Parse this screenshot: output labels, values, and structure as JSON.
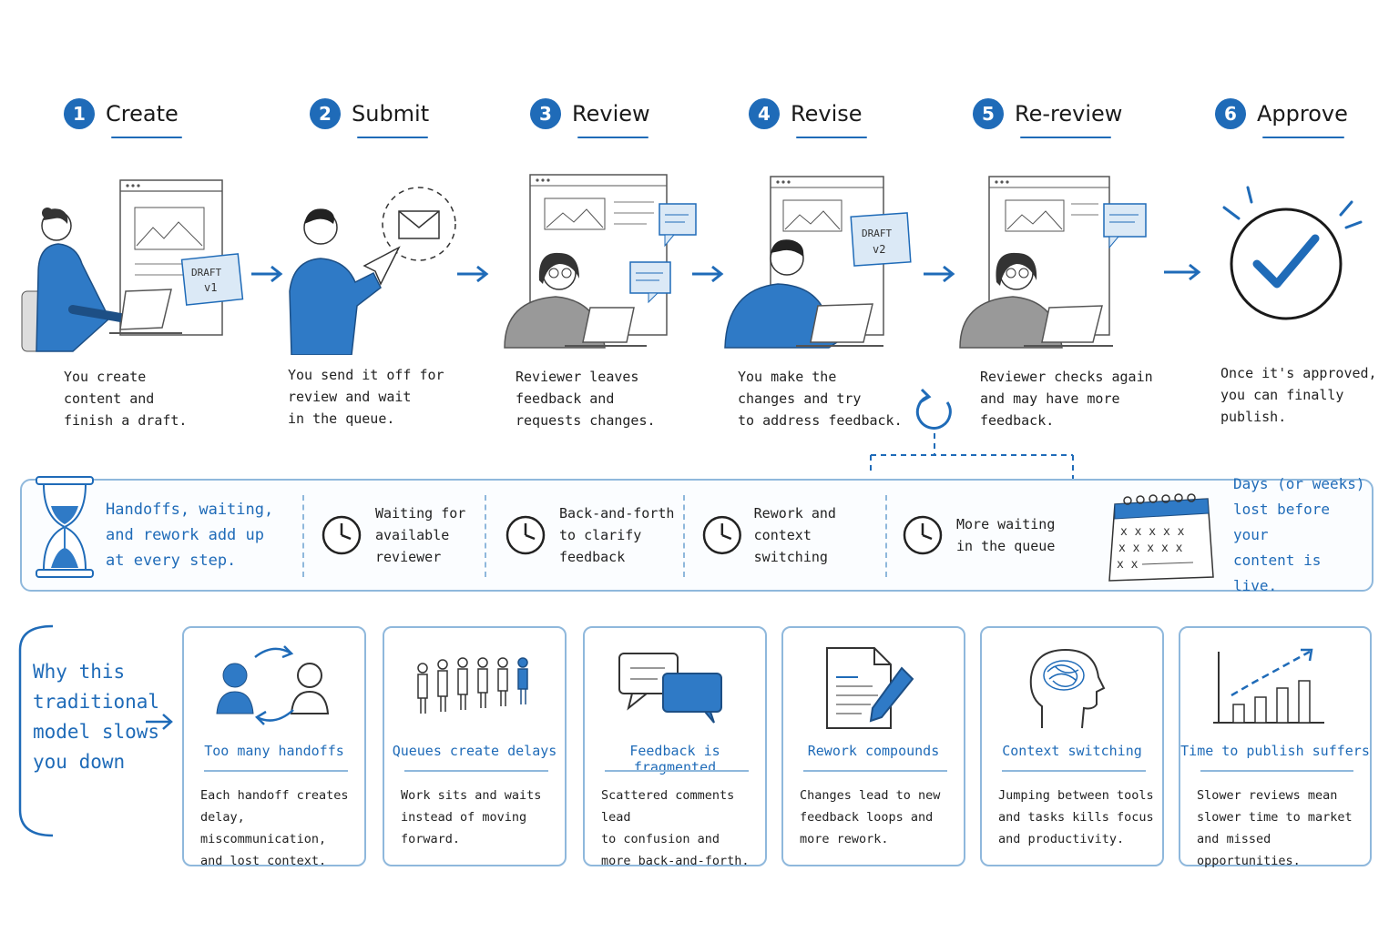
{
  "steps": [
    {
      "num": "1",
      "title": "Create",
      "caption": [
        "You create",
        "content and",
        "finish a draft."
      ]
    },
    {
      "num": "2",
      "title": "Submit",
      "caption": [
        "You send it off for",
        "review and wait",
        "in the queue."
      ]
    },
    {
      "num": "3",
      "title": "Review",
      "caption": [
        "Reviewer leaves",
        "feedback and",
        "requests changes."
      ]
    },
    {
      "num": "4",
      "title": "Revise",
      "caption": [
        "You make the",
        "changes and try",
        "to address feedback."
      ]
    },
    {
      "num": "5",
      "title": "Re-review",
      "caption": [
        "Reviewer checks again",
        "and may have more",
        "feedback."
      ]
    },
    {
      "num": "6",
      "title": "Approve",
      "caption": [
        "Once it's approved,",
        "you can finally",
        "publish."
      ]
    }
  ],
  "draft_labels": {
    "v1_top": "DRAFT",
    "v1_bottom": "v1",
    "v2_top": "DRAFT",
    "v2_bottom": "v2"
  },
  "band": {
    "intro": [
      "Handoffs, waiting,",
      "and rework add up",
      "at every step."
    ],
    "items": [
      [
        "Waiting for",
        "available",
        "reviewer"
      ],
      [
        "Back-and-forth",
        "to clarify",
        "feedback"
      ],
      [
        "Rework and",
        "context switching"
      ],
      [
        "More waiting",
        "in the queue"
      ]
    ],
    "outro": [
      "Days (or weeks)",
      "lost before your",
      "content is live."
    ]
  },
  "why": [
    "Why this",
    "traditional",
    "model slows",
    "you down"
  ],
  "cards": [
    {
      "title": "Too many handoffs",
      "body": [
        "Each handoff creates",
        "delay, miscommunication,",
        "and lost context."
      ]
    },
    {
      "title": "Queues create delays",
      "body": [
        "Work sits and waits",
        "instead of moving",
        "forward."
      ]
    },
    {
      "title": "Feedback is fragmented",
      "body": [
        "Scattered comments lead",
        "to confusion and",
        "more back-and-forth."
      ]
    },
    {
      "title": "Rework compounds",
      "body": [
        "Changes lead to new",
        "feedback loops and",
        "more rework."
      ]
    },
    {
      "title": "Context switching",
      "body": [
        "Jumping between tools",
        "and tasks kills focus",
        "and productivity."
      ]
    },
    {
      "title": "Time to publish suffers",
      "body": [
        "Slower reviews mean",
        "slower time to market",
        "and missed opportunities."
      ]
    }
  ],
  "colors": {
    "accent": "#1f6bb8",
    "light": "#8fb8dc"
  },
  "icons": [
    "person-laptop",
    "paper-plane",
    "envelope",
    "chat-bubble",
    "check-circle",
    "cycle-icon",
    "hourglass-icon",
    "clock-icon",
    "calendar-icon",
    "handoff-icon",
    "queue-icon",
    "chat-icon",
    "document-pencil-icon",
    "brain-icon",
    "chart-icon"
  ]
}
